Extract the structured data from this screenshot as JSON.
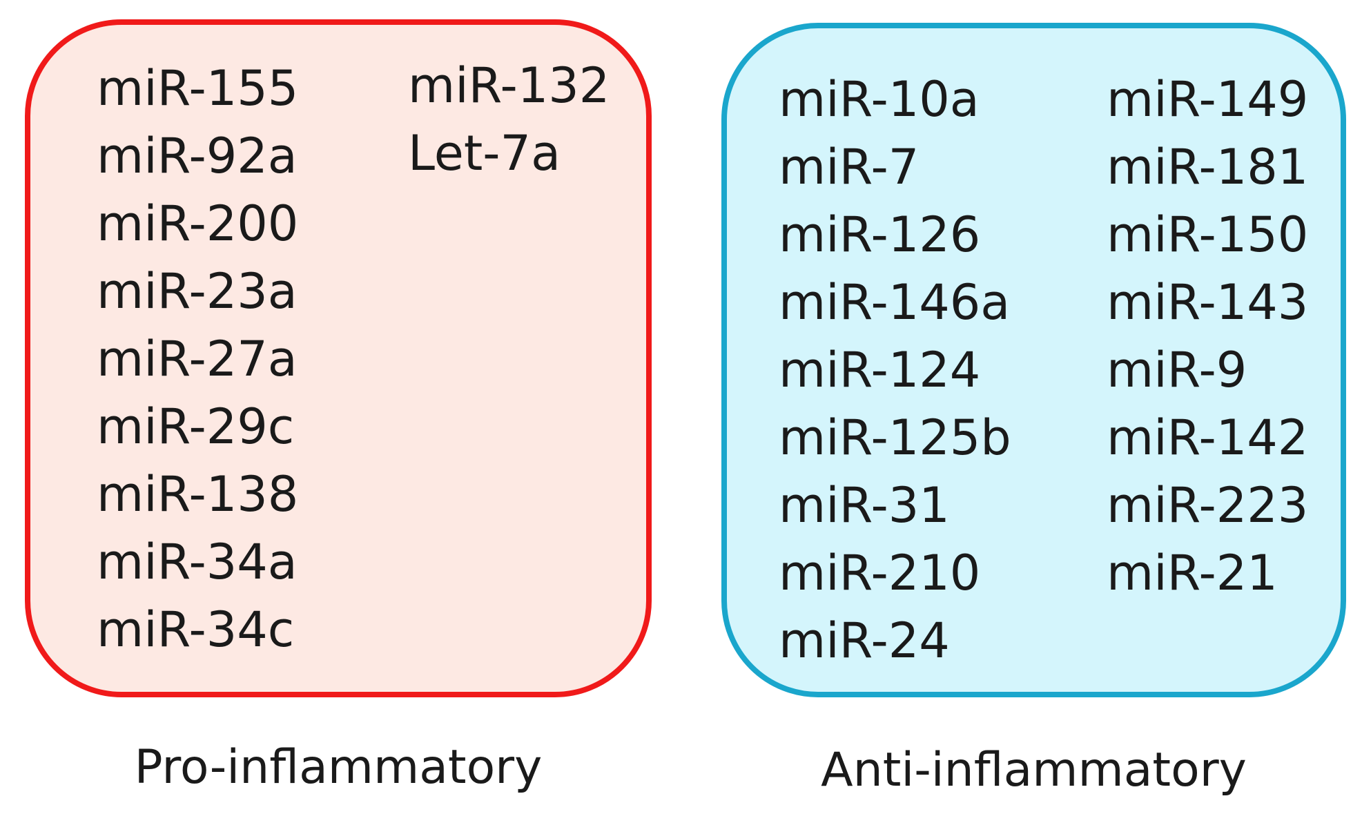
{
  "colors": {
    "pro_border": "#f01a1a",
    "pro_fill": "#fde9e3",
    "anti_border": "#1aa6cc",
    "anti_fill": "#d4f5fc",
    "text": "#1a1a1a"
  },
  "pro_inflammatory": {
    "caption": "Pro-inflammatory",
    "column_1": [
      "miR-155",
      "miR-92a",
      "miR-200",
      "miR-23a",
      "miR-27a",
      "miR-29c",
      "miR-138",
      "miR-34a",
      "miR-34c"
    ],
    "column_2": [
      "miR-132",
      "Let-7a"
    ]
  },
  "anti_inflammatory": {
    "caption": "Anti-inflammatory",
    "column_1": [
      "miR-10a",
      "miR-7",
      "miR-126",
      "miR-146a",
      "miR-124",
      "miR-125b",
      "miR-31",
      "miR-210",
      "miR-24"
    ],
    "column_2": [
      "miR-149",
      "miR-181",
      "miR-150",
      "miR-143",
      "miR-9",
      "miR-142",
      "miR-223",
      "miR-21"
    ]
  }
}
